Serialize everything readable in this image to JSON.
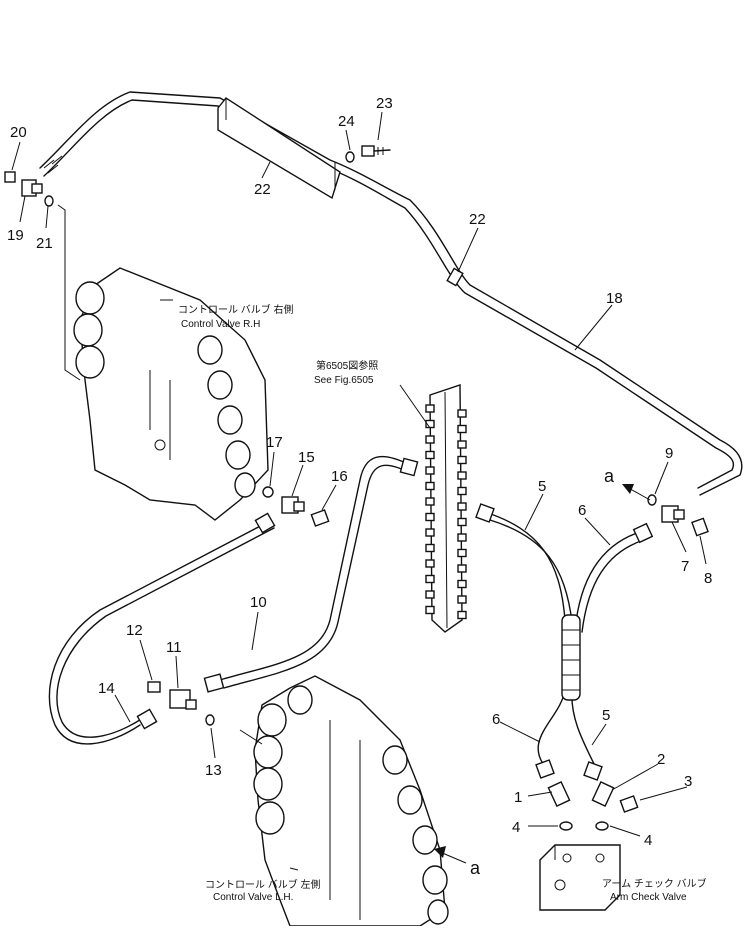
{
  "callouts": {
    "c1": "1",
    "c2": "2",
    "c3": "3",
    "c4a": "4",
    "c4b": "4",
    "c5a": "5",
    "c5b": "5",
    "c6a": "6",
    "c6b": "6",
    "c7": "7",
    "c8": "8",
    "c9": "9",
    "c10": "10",
    "c11": "11",
    "c12": "12",
    "c13": "13",
    "c14": "14",
    "c15": "15",
    "c16": "16",
    "c17": "17",
    "c18": "18",
    "c19": "19",
    "c20": "20",
    "c21": "21",
    "c22a": "22",
    "c22b": "22",
    "c23": "23",
    "c24": "24"
  },
  "markers": {
    "a_top": "a",
    "a_bottom": "a"
  },
  "labels": {
    "cv_rh_jp": "コントロール バルブ 右側",
    "cv_rh_en": "Control Valve R.H",
    "fig_ref_jp": "第6505図参照",
    "fig_ref_en": "See Fig.6505",
    "cv_lh_jp": "コントロール バルブ 左側",
    "cv_lh_en": "Control Valve L.H.",
    "arm_check_jp": "アーム チェック バルブ",
    "arm_check_en": "Arm Check Valve"
  }
}
